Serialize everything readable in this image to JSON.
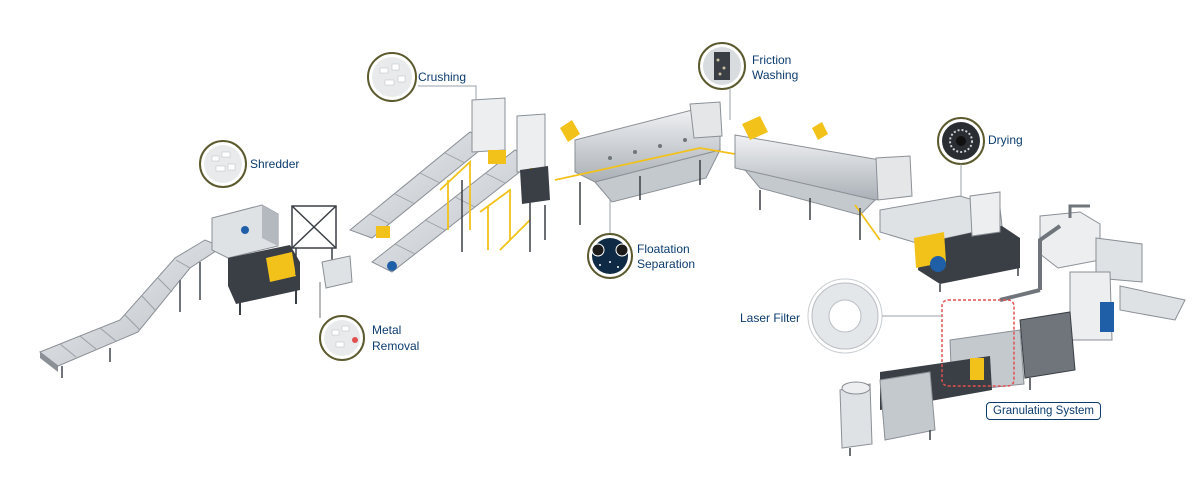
{
  "diagram": {
    "stages": [
      {
        "id": "shredder",
        "label": "Shredder"
      },
      {
        "id": "metal-removal",
        "label": "Metal Removal"
      },
      {
        "id": "crushing",
        "label": "Crushing"
      },
      {
        "id": "floatation",
        "label": "Floatation Separation"
      },
      {
        "id": "friction-washing",
        "label": "Friction Washing"
      },
      {
        "id": "drying",
        "label": "Drying"
      },
      {
        "id": "laser-filter",
        "label": "Laser Filter"
      },
      {
        "id": "granulating",
        "label": "Granulating System"
      }
    ],
    "colors": {
      "label_text": "#0c3c6e",
      "callout_ring": "#5b5a2e",
      "machine_body": "#dcdfe2",
      "machine_shadow": "#9aa0a6",
      "accent_yellow": "#f2c21b",
      "motor_blue": "#1f5fa8",
      "frame_dark": "#3a3f45",
      "highlight_red": "#e05050"
    }
  }
}
